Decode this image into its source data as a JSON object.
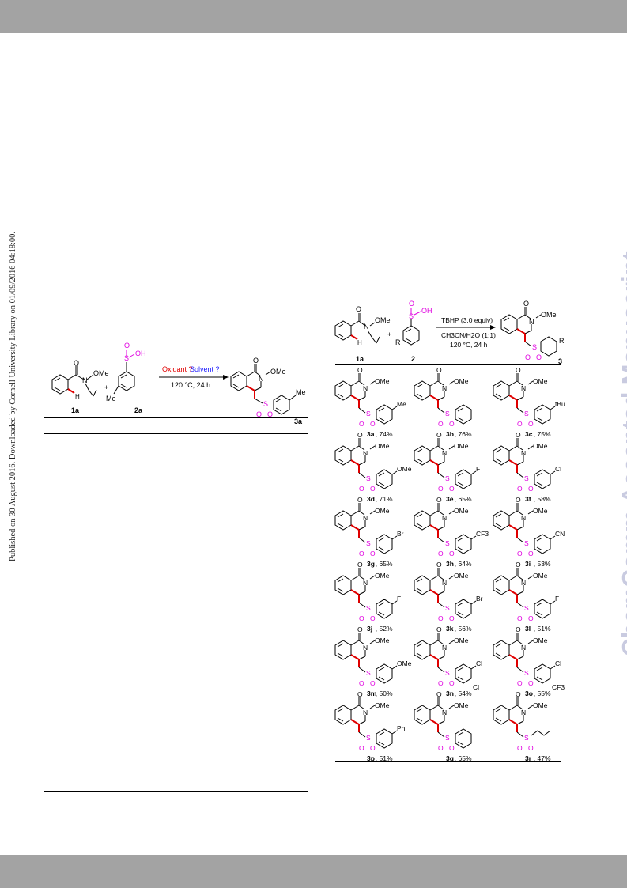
{
  "header": {},
  "side_note": "Published on 30 August 2016. Downloaded by Cornell University Library on 01/09/2016 04:18:00.",
  "watermark": "ChemComm Accepted Manuscript",
  "colors": {
    "band": "#a3a3a3",
    "watermark": "#c9cbe0",
    "red_bond": "#e00000",
    "magenta_sulfonyl": "#e000e0",
    "blue": "#1a1aff"
  },
  "left_scheme": {
    "oxidant": "Oxidant ?",
    "solvent": "Solvent ?",
    "conditions": "120 °C, 24 h",
    "reactant_1": "1a",
    "reactant_2": "2a",
    "product": "3a",
    "plus": "+",
    "ome": "OMe",
    "me": "Me",
    "n": "N",
    "o": "O",
    "oh": "OH",
    "s": "S",
    "h": "H"
  },
  "right_scheme": {
    "reagent": "TBHP (3.0 equiv)",
    "solvent": "CH3CN/H2O (1:1)",
    "conditions": "120 °C, 24 h",
    "reactant_1": "1a",
    "reactant_2": "2",
    "product": "3",
    "r": "R",
    "plus": "+",
    "oh": "OH"
  },
  "products": [
    {
      "id": "3a",
      "yield": ", 74%",
      "sub": "Me"
    },
    {
      "id": "3b",
      "yield": ", 76%",
      "sub": ""
    },
    {
      "id": "3c",
      "yield": ", 75%",
      "sub": "tBu"
    },
    {
      "id": "3d",
      "yield": ", 71%",
      "sub": "OMe"
    },
    {
      "id": "3e",
      "yield": ", 65%",
      "sub": "F"
    },
    {
      "id": "3f",
      "yield": ", 58%",
      "sub": "Cl"
    },
    {
      "id": "3g",
      "yield": ", 65%",
      "sub": "Br"
    },
    {
      "id": "3h",
      "yield": ", 64%",
      "sub": "CF3"
    },
    {
      "id": "3i",
      "yield": ", 53%",
      "sub": "CN"
    },
    {
      "id": "3j",
      "yield": ", 52%",
      "sub": "F"
    },
    {
      "id": "3k",
      "yield": ", 56%",
      "sub": "Br"
    },
    {
      "id": "3l",
      "yield": ", 51%",
      "sub": "F"
    },
    {
      "id": "3m",
      "yield": ", 50%",
      "sub": "OMe"
    },
    {
      "id": "3n",
      "yield": ", 54%",
      "sub": "Cl",
      "sub2": "Cl"
    },
    {
      "id": "3o",
      "yield": ", 55%",
      "sub": "Cl",
      "sub2": "CF3"
    },
    {
      "id": "3p",
      "yield": ", 51%",
      "sub": "Ph"
    },
    {
      "id": "3q",
      "yield": ", 65%",
      "sub": ""
    },
    {
      "id": "3r",
      "yield": ", 47%",
      "sub": ""
    }
  ],
  "labels": {
    "ome": "OMe",
    "n": "N",
    "o": "O",
    "s": "S"
  }
}
